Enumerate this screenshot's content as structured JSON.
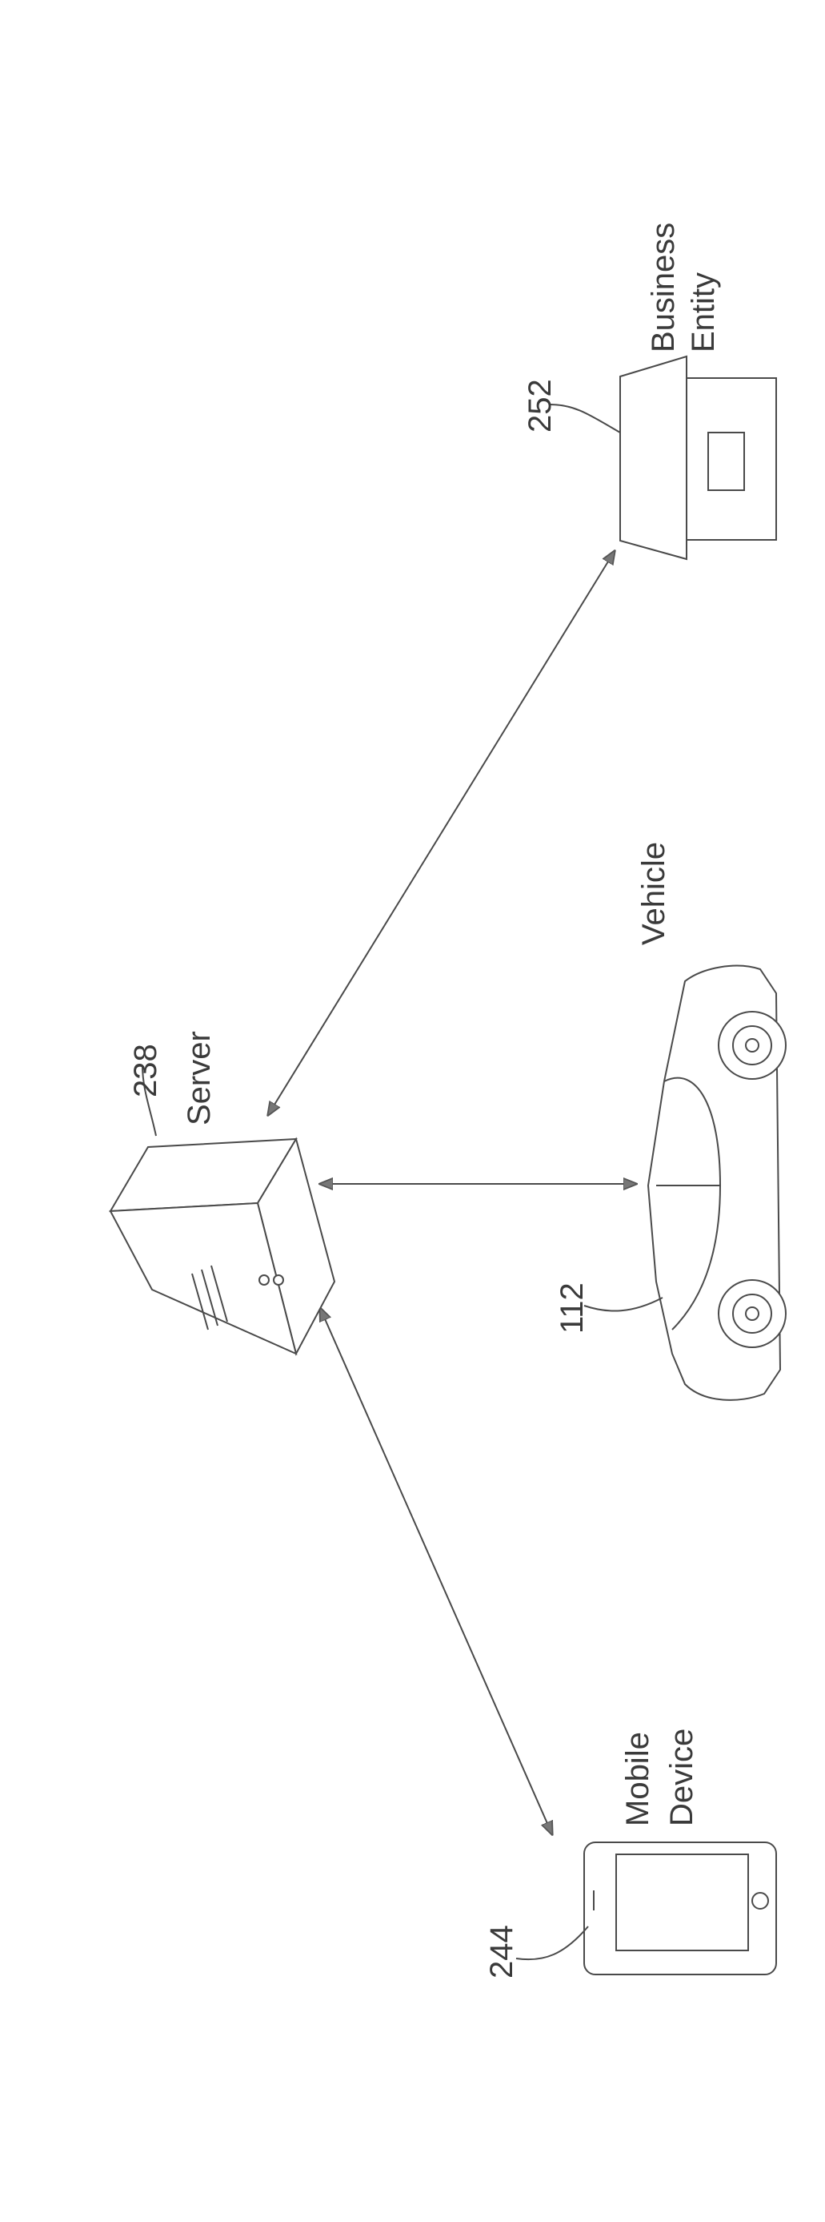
{
  "components": {
    "business_entity": {
      "ref": "252",
      "label_line1": "Business",
      "label_line2": "Entity",
      "icon": "storefront-icon"
    },
    "server": {
      "ref": "238",
      "label": "Server",
      "icon": "server-icon"
    },
    "vehicle": {
      "ref": "112",
      "label": "Vehicle",
      "icon": "car-icon"
    },
    "mobile_device": {
      "ref": "244",
      "label_line1": "Mobile",
      "label_line2": "Device",
      "icon": "smartphone-icon"
    }
  },
  "connections": [
    {
      "from": "server",
      "to": "business_entity",
      "bidirectional": true
    },
    {
      "from": "server",
      "to": "vehicle",
      "bidirectional": true
    },
    {
      "from": "server",
      "to": "mobile_device",
      "bidirectional": true
    }
  ],
  "colors": {
    "line": "#4a4a4a",
    "background": "#ffffff"
  }
}
